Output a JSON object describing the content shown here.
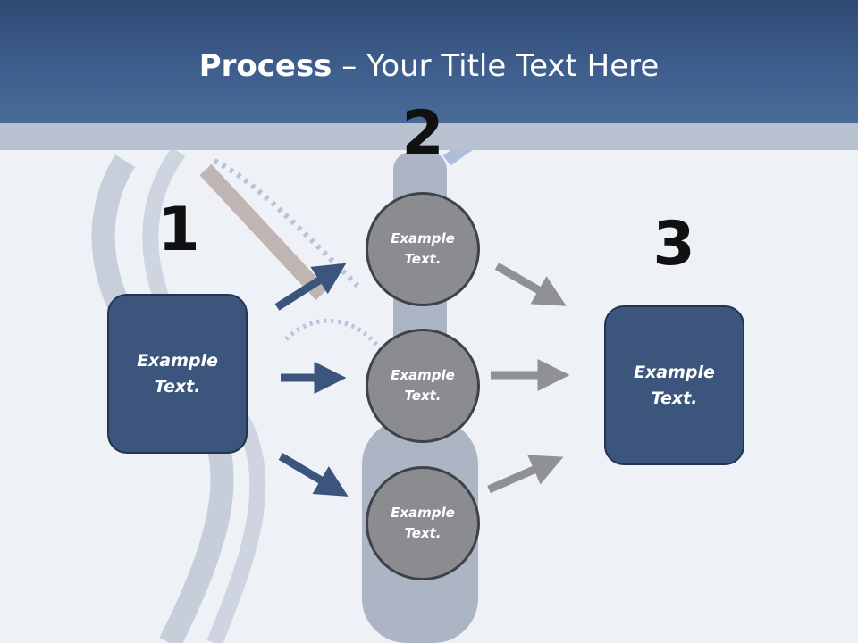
{
  "title": {
    "bold": "Process",
    "rest": " – Your Title Text Here"
  },
  "steps": [
    "1",
    "2",
    "3"
  ],
  "left_box": {
    "text": "Example Text."
  },
  "right_box": {
    "text": "Example Text."
  },
  "circles": [
    {
      "text": "Example Text."
    },
    {
      "text": "Example Text."
    },
    {
      "text": "Example Text."
    }
  ],
  "colors": {
    "header": "#3f5f8e",
    "box": "#3b557d",
    "circle": "#8a8c90",
    "arrow_blue": "#3b557d",
    "arrow_gray": "#8f9196"
  }
}
